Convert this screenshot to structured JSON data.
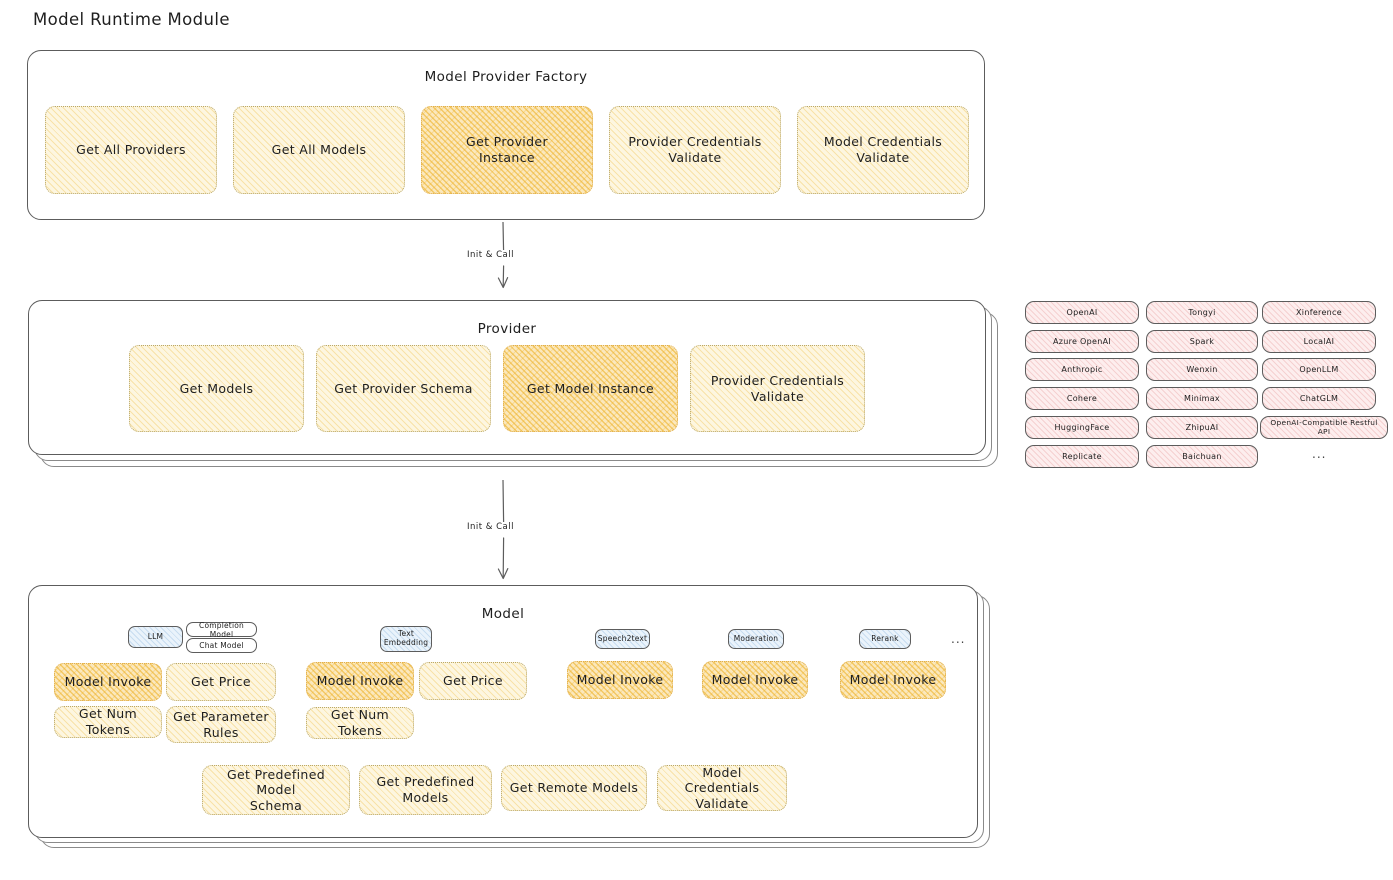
{
  "page": {
    "title": "Model Runtime Module",
    "background_color": "#ffffff"
  },
  "colors": {
    "card_fill": "#fdf6e0",
    "card_fill_highlight": "#fbe8bd",
    "card_stroke": "#b9a86a",
    "provider_chip_fill": "#fdeeee",
    "model_badge_fill": "#eaf3fb",
    "panel_stroke": "#5c5c5c",
    "text": "#1e1e1e"
  },
  "layers": [
    {
      "name": "model-provider-factory",
      "title": "Model Provider Factory",
      "cards": [
        {
          "label": "Get All Providers",
          "highlight": false
        },
        {
          "label": "Get All Models",
          "highlight": false
        },
        {
          "label": "Get Provider\nInstance",
          "highlight": true
        },
        {
          "label": "Provider Credentials\nValidate",
          "highlight": false
        },
        {
          "label": "Model Credentials\nValidate",
          "highlight": false
        }
      ]
    },
    {
      "name": "provider",
      "title": "Provider",
      "stacked": true,
      "cards": [
        {
          "label": "Get Models",
          "highlight": false
        },
        {
          "label": "Get Provider Schema",
          "highlight": false
        },
        {
          "label": "Get Model Instance",
          "highlight": true
        },
        {
          "label": "Provider Credentials\nValidate",
          "highlight": false
        }
      ]
    },
    {
      "name": "model",
      "title": "Model",
      "stacked": true
    }
  ],
  "arrows": [
    {
      "name": "factory-to-provider",
      "label": "Init & Call"
    },
    {
      "name": "provider-to-model",
      "label": "Init & Call"
    }
  ],
  "providers": {
    "columns": [
      [
        "OpenAI",
        "Azure OpenAI",
        "Anthropic",
        "Cohere",
        "HuggingFace",
        "Replicate"
      ],
      [
        "Tongyi",
        "Spark",
        "Wenxin",
        "Minimax",
        "ZhipuAI",
        "Baichuan"
      ],
      [
        "Xinference",
        "LocalAI",
        "OpenLLM",
        "ChatGLM",
        "OpenAI-Compatible Restful API"
      ]
    ],
    "more_marker": "..."
  },
  "model_section": {
    "more_marker": "...",
    "groups": [
      {
        "name": "llm",
        "badge": "LLM",
        "badge_style": "blue",
        "sub_badges": [
          "Completion Model",
          "Chat Model"
        ],
        "cards": [
          {
            "label": "Model Invoke",
            "highlight": true
          },
          {
            "label": "Get Price",
            "highlight": false
          },
          {
            "label": "Get Num Tokens",
            "highlight": false
          },
          {
            "label": "Get Parameter\nRules",
            "highlight": false
          }
        ]
      },
      {
        "name": "text-embedding",
        "badge": "Text\nEmbedding",
        "badge_style": "blue",
        "sub_badges": [],
        "cards": [
          {
            "label": "Model Invoke",
            "highlight": true
          },
          {
            "label": "Get Price",
            "highlight": false
          },
          {
            "label": "Get Num Tokens",
            "highlight": false
          }
        ]
      },
      {
        "name": "speech2text",
        "badge": "Speech2text",
        "badge_style": "blue",
        "sub_badges": [],
        "cards": [
          {
            "label": "Model Invoke",
            "highlight": true
          }
        ]
      },
      {
        "name": "moderation",
        "badge": "Moderation",
        "badge_style": "blue",
        "sub_badges": [],
        "cards": [
          {
            "label": "Model Invoke",
            "highlight": true
          }
        ]
      },
      {
        "name": "rerank",
        "badge": "Rerank",
        "badge_style": "blue",
        "sub_badges": [],
        "cards": [
          {
            "label": "Model Invoke",
            "highlight": true
          }
        ]
      }
    ],
    "shared_cards": [
      {
        "label": "Get Predefined Model\nSchema",
        "highlight": false
      },
      {
        "label": "Get Predefined\nModels",
        "highlight": false
      },
      {
        "label": "Get Remote Models",
        "highlight": false
      },
      {
        "label": "Model Credentials\nValidate",
        "highlight": false
      }
    ]
  }
}
